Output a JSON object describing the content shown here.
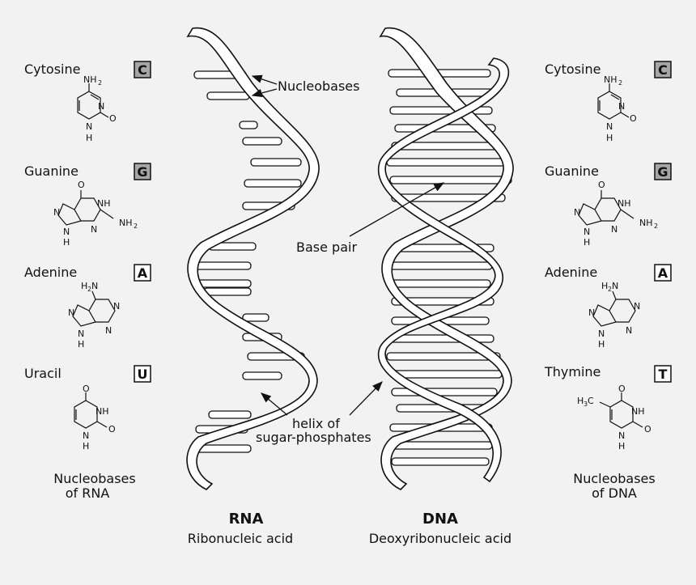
{
  "labels": {
    "nucleobases_callout": "Nucleobases",
    "base_pair_callout": "Base pair",
    "helix_callout_line1": "helix of",
    "helix_callout_line2": "sugar-phosphates"
  },
  "rna": {
    "title": "RNA",
    "subtitle": "Ribonucleic acid",
    "caption_line1": "Nucleobases",
    "caption_line2": "of RNA",
    "bases": [
      {
        "name": "Cytosine",
        "letter": "C",
        "badge_color": "#a6a6a6"
      },
      {
        "name": "Guanine",
        "letter": "G",
        "badge_color": "#a6a6a6"
      },
      {
        "name": "Adenine",
        "letter": "A",
        "badge_color": "#ffffff"
      },
      {
        "name": "Uracil",
        "letter": "U",
        "badge_color": "#ffffff"
      }
    ]
  },
  "dna": {
    "title": "DNA",
    "subtitle": "Deoxyribonucleic acid",
    "caption_line1": "Nucleobases",
    "caption_line2": "of DNA",
    "bases": [
      {
        "name": "Cytosine",
        "letter": "C",
        "badge_color": "#a6a6a6"
      },
      {
        "name": "Guanine",
        "letter": "G",
        "badge_color": "#a6a6a6"
      },
      {
        "name": "Adenine",
        "letter": "A",
        "badge_color": "#ffffff"
      },
      {
        "name": "Thymine",
        "letter": "T",
        "badge_color": "#ffffff"
      }
    ]
  },
  "chem": {
    "nh2": "NH",
    "nh2_sub": "2",
    "h2n_h": "H",
    "h2n_sub": "2",
    "h2n_n": "N",
    "h3c_h": "H",
    "h3c_sub": "3",
    "h3c_c": "C",
    "n": "N",
    "nh": "NH",
    "h": "H",
    "o": "O"
  }
}
